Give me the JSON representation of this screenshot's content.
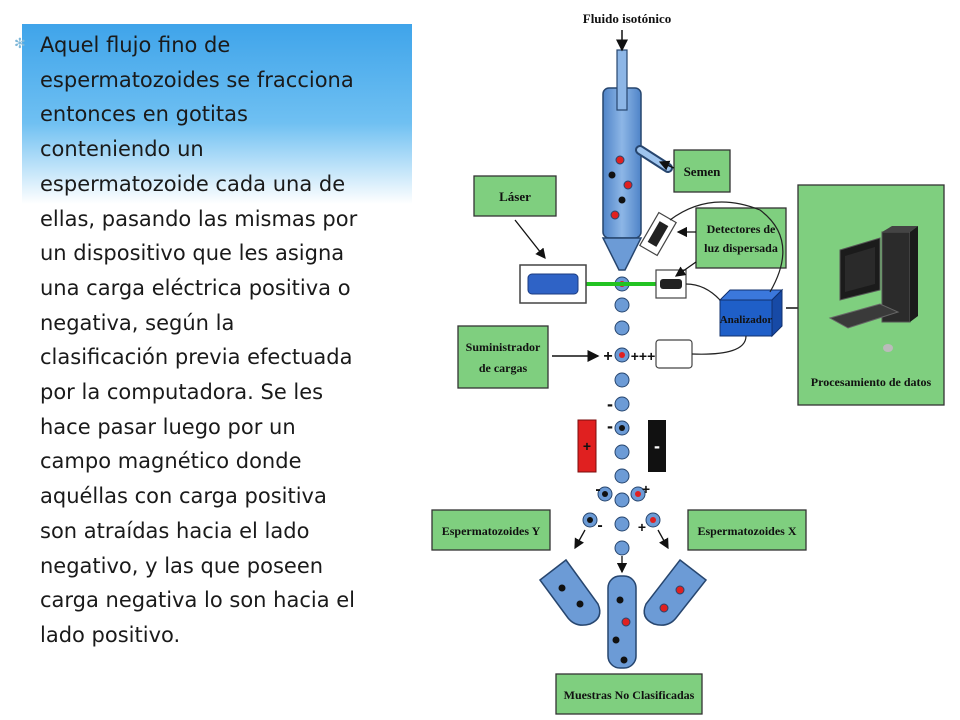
{
  "slide": {
    "bullet_icon": "flower-bullet-icon",
    "paragraph": "Aquel flujo fino de\nespermatozoides se fracciona\nentonces en gotitas\nconteniendo un\nespermatozoide cada una de\nellas, pasando las mismas por\nun dispositivo que les asigna\nuna carga eléctrica positiva o\nnegativa, según la\nclasificación previa efectuada\npor la computadora. Se les\nhace pasar luego por un\ncampo magnético donde\naquéllas con carga positiva\nson atraídas hacia el lado\nnegativo, y las que poseen\ncarga negativa lo son hacia el\nlado positivo."
  },
  "diagram": {
    "labels": {
      "fluido": "Fluido isotónico",
      "semen": "Semen",
      "laser": "Láser",
      "detectores_1": "Detectores de",
      "detectores_2": "luz dispersada",
      "analizador": "Analizador",
      "suministrador_1": "Suministrador",
      "suministrador_2": "de cargas",
      "procesamiento": "Procesamiento de datos",
      "esp_y": "Espermatozoides Y",
      "esp_x": "Espermatozoides X",
      "muestras": "Muestras No Clasificadas"
    },
    "signs": {
      "plus": "+",
      "minus": "-",
      "plus_triple": "+++"
    },
    "colors": {
      "label_box": "#7fcf7f",
      "fluid": "#6c9bd6",
      "laser_beam": "#22c322",
      "analyzer": "#1f5fc8",
      "plate_positive": "#e02020",
      "plate_negative": "#111111"
    }
  }
}
